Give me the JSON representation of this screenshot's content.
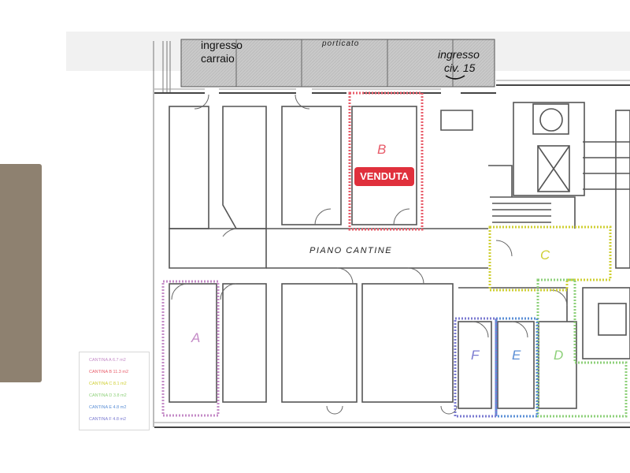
{
  "plan": {
    "labels": {
      "ingresso_carraio_line1": "ingresso",
      "ingresso_carraio_line2": "carraio",
      "porticato": "porticato",
      "ingresso_civ_line1": "ingresso",
      "ingresso_civ_line2": "civ. 15",
      "piano_cantine": "PIANO CANTINE"
    },
    "cellars": [
      {
        "id": "A",
        "color": "#c48bc7"
      },
      {
        "id": "B",
        "color": "#e85c6a"
      },
      {
        "id": "C",
        "color": "#cfcf33"
      },
      {
        "id": "D",
        "color": "#8ed07a"
      },
      {
        "id": "E",
        "color": "#5b8fd6"
      },
      {
        "id": "F",
        "color": "#7a7ad0"
      }
    ],
    "sold_badge": "VENDUTA"
  },
  "legend": {
    "items": [
      {
        "text": "CANTINA A 6.7 m2",
        "color": "#c48bc7"
      },
      {
        "text": "CANTINA B 11.3 m2",
        "color": "#e85c6a"
      },
      {
        "text": "CANTINA C 8.1 m2",
        "color": "#cfcf33"
      },
      {
        "text": "CANTINA D 3.8 m2",
        "color": "#8ed07a"
      },
      {
        "text": "CANTINA E 4.8 m2",
        "color": "#5b8fd6"
      },
      {
        "text": "CANTINA F 4.8 m2",
        "color": "#7a7ad0"
      }
    ]
  }
}
